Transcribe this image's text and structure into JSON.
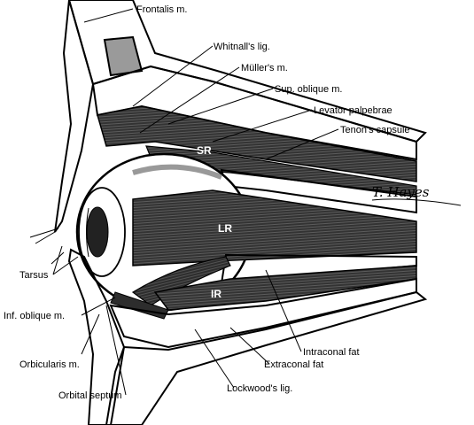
{
  "labels": {
    "frontalis": "Frontalis m.",
    "whitnall": "Whitnall's lig.",
    "muller": "Müller's m.",
    "sup_oblique": "Sup. oblique m.",
    "levator": "Levator palpebrae",
    "tenon": "Tenon's capsule",
    "tarsus": "Tarsus",
    "inf_oblique": "Inf. oblique m.",
    "orbicularis": "Orbicularis m.",
    "orbital_septum": "Orbital septum",
    "lockwood": "Lockwood's lig.",
    "extraconal_fat": "Extraconal fat",
    "intraconal_fat": "Intraconal fat"
  },
  "muscle_labels": {
    "sr": "SR",
    "lr": "LR",
    "ir": "IR"
  },
  "signature": "T. Hayes",
  "colors": {
    "ink": "#000000",
    "muscle": "#2b2b2b",
    "muscle_light": "#4a4a4a",
    "bone": "#9a9a9a",
    "paper": "#ffffff"
  }
}
